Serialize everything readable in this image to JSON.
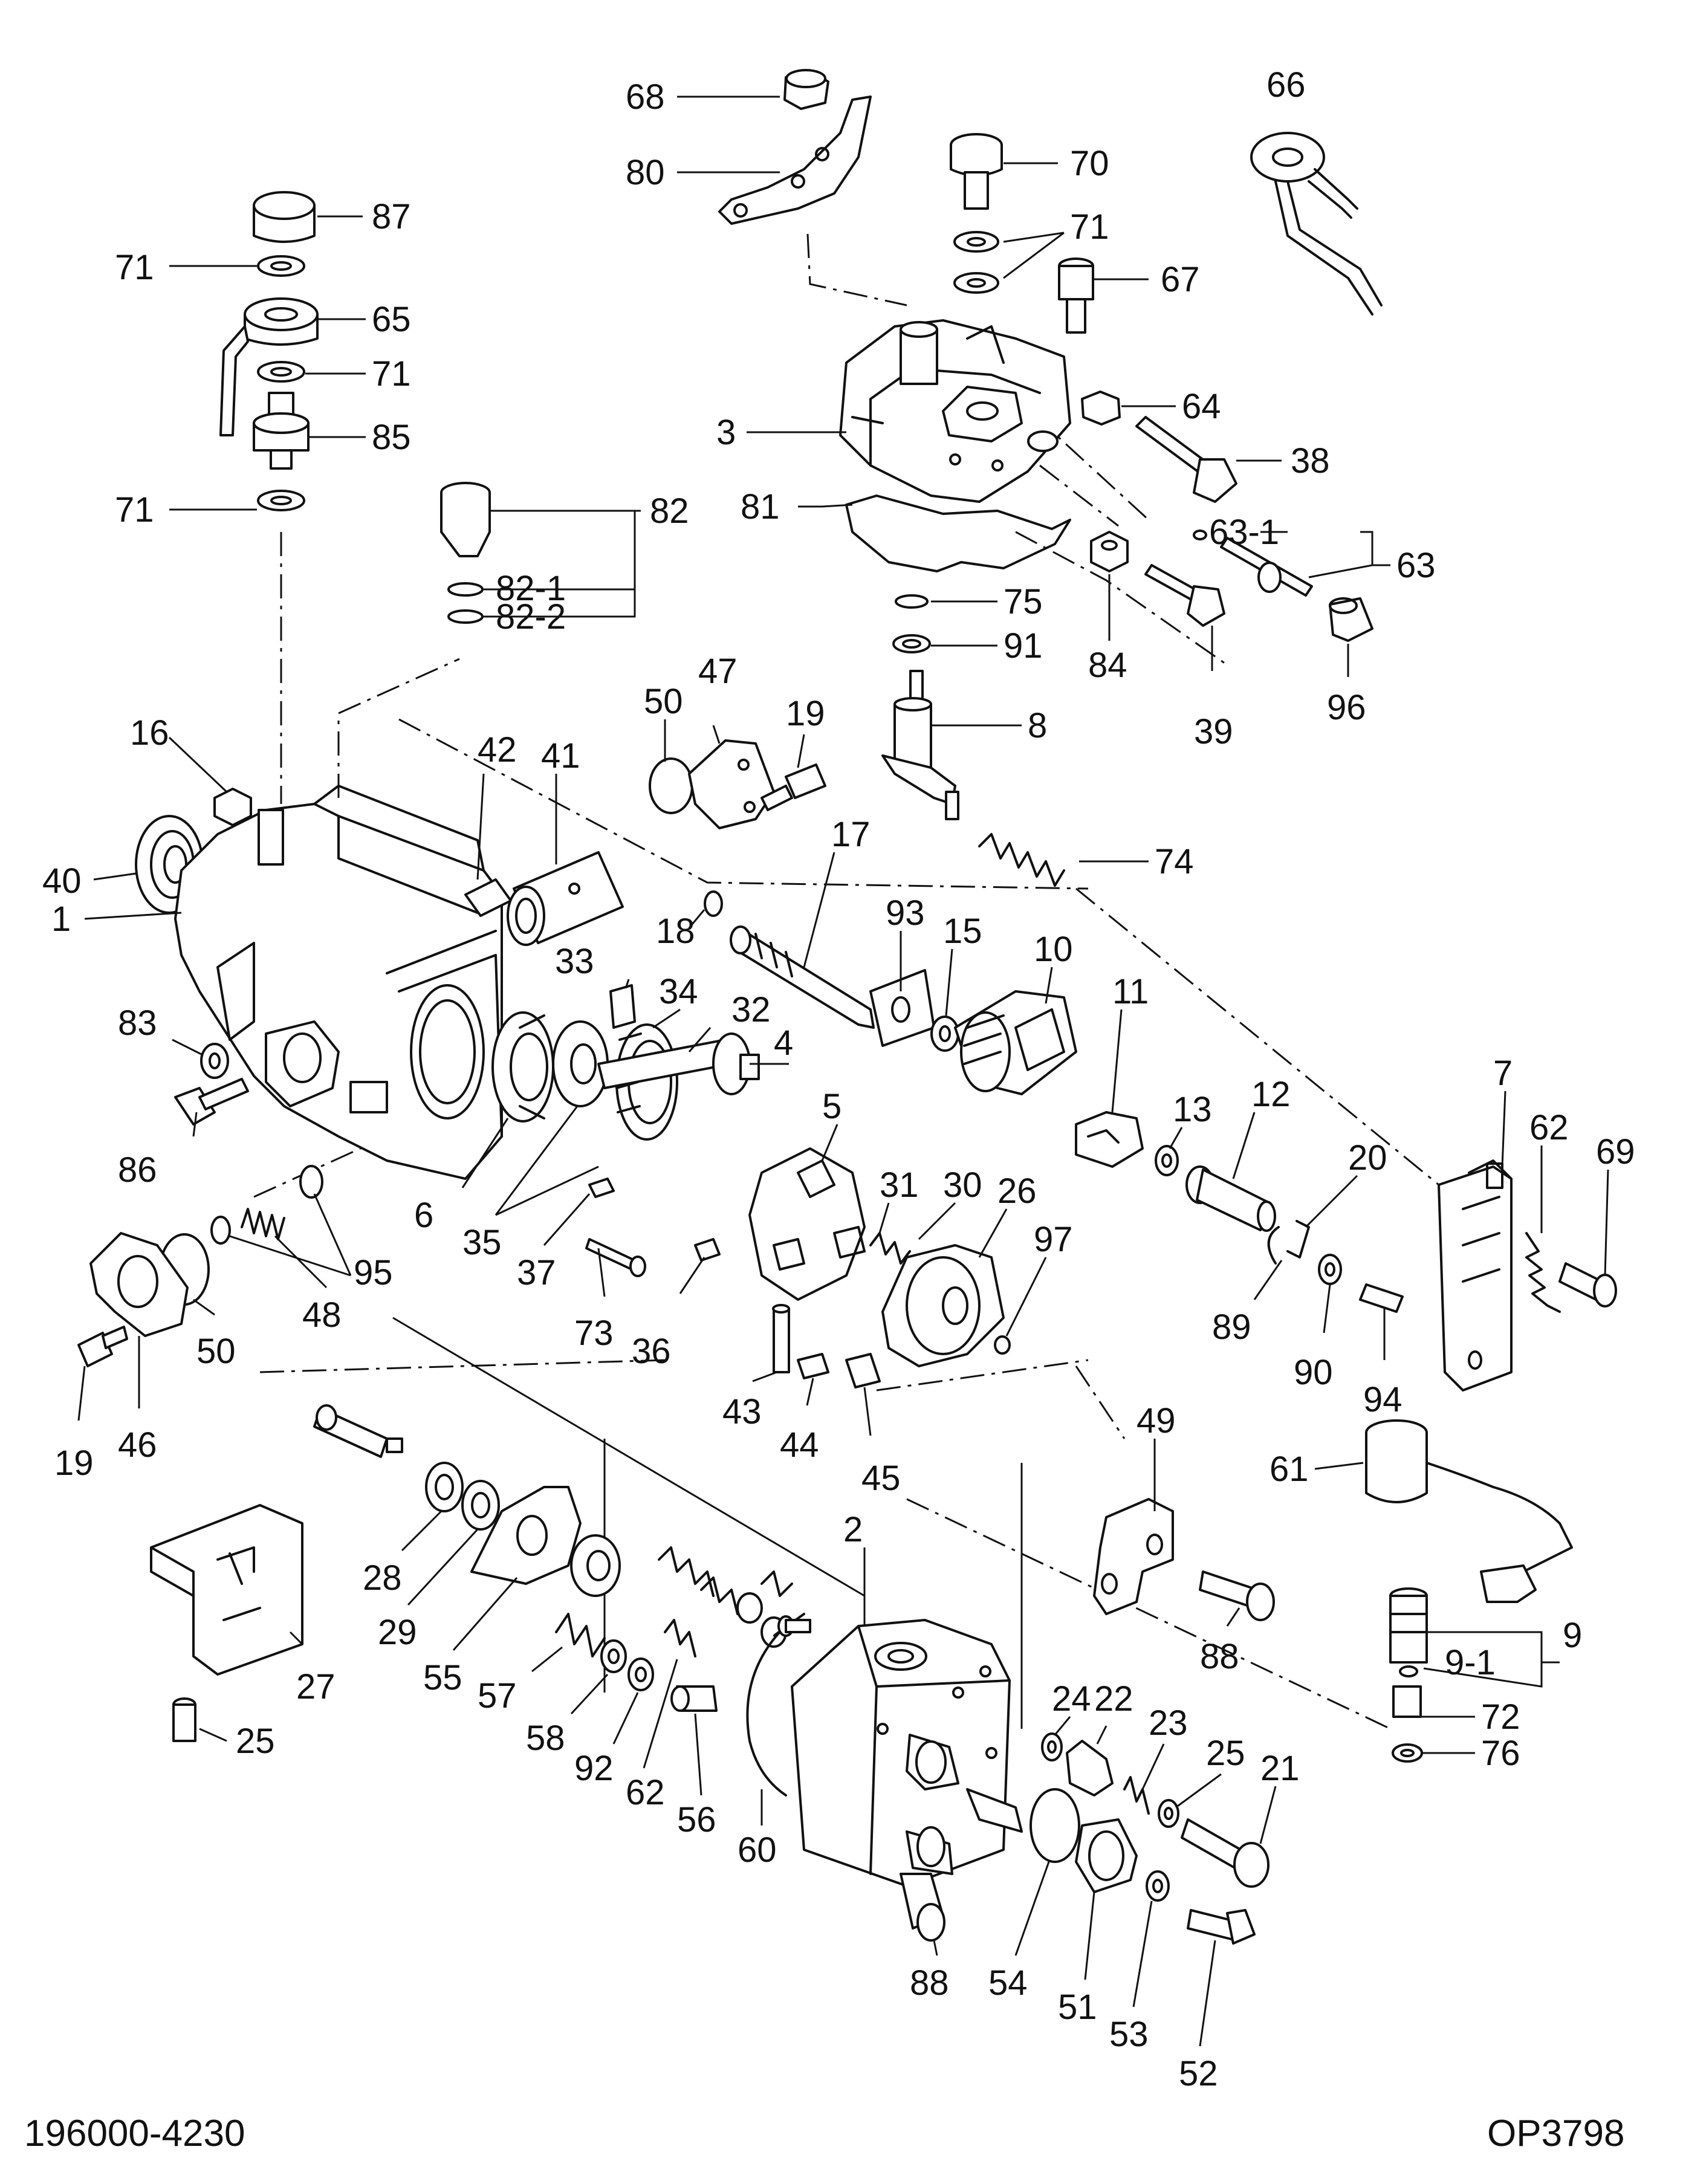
{
  "drawing_number": "196000-4230",
  "figure_code": "OP3798",
  "callouts": {
    "p68": "68",
    "p80": "80",
    "p70": "70",
    "p71a": "71",
    "p67": "67",
    "p66": "66",
    "p87": "87",
    "p71b": "71",
    "p65": "65",
    "p71c": "71",
    "p85": "85",
    "p71d": "71",
    "p3": "3",
    "p64": "64",
    "p38": "38",
    "p82": "82",
    "p82_1": "82-1",
    "p82_2": "82-2",
    "p81": "81",
    "p63_1": "63-1",
    "p63": "63",
    "p75": "75",
    "p91": "91",
    "p84": "84",
    "p96": "96",
    "p39": "39",
    "p50a": "50",
    "p47": "47",
    "p19a": "19",
    "p8": "8",
    "p16": "16",
    "p42": "42",
    "p41": "41",
    "p17": "17",
    "p74": "74",
    "p40": "40",
    "p1": "1",
    "p18": "18",
    "p93": "93",
    "p15": "15",
    "p10": "10",
    "p11": "11",
    "p33": "33",
    "p34": "34",
    "p32": "32",
    "p4": "4",
    "p5": "5",
    "p13": "13",
    "p12": "12",
    "p7": "7",
    "p83": "83",
    "p62a": "62",
    "p69": "69",
    "p31": "31",
    "p30": "30",
    "p26": "26",
    "p20": "20",
    "p86": "86",
    "p6": "6",
    "p35": "35",
    "p37": "37",
    "p97": "97",
    "p95": "95",
    "p48": "48",
    "p73": "73",
    "p36": "36",
    "p89": "89",
    "p90": "90",
    "p94": "94",
    "p50b": "50",
    "p43": "43",
    "p44": "44",
    "p45": "45",
    "p19b": "19",
    "p46": "46",
    "p49": "49",
    "p61": "61",
    "p2": "2",
    "p28": "28",
    "p29": "29",
    "p55": "55",
    "p88a": "88",
    "p9": "9",
    "p9_1": "9-1",
    "p27": "27",
    "p24": "24",
    "p22": "22",
    "p23": "23",
    "p25a": "25",
    "p21": "21",
    "p72": "72",
    "p76": "76",
    "p57": "57",
    "p58": "58",
    "p92": "92",
    "p62b": "62",
    "p56": "56",
    "p60": "60",
    "p25b": "25",
    "p54": "54",
    "p51": "51",
    "p88b": "88",
    "p53": "53",
    "p52": "52"
  }
}
